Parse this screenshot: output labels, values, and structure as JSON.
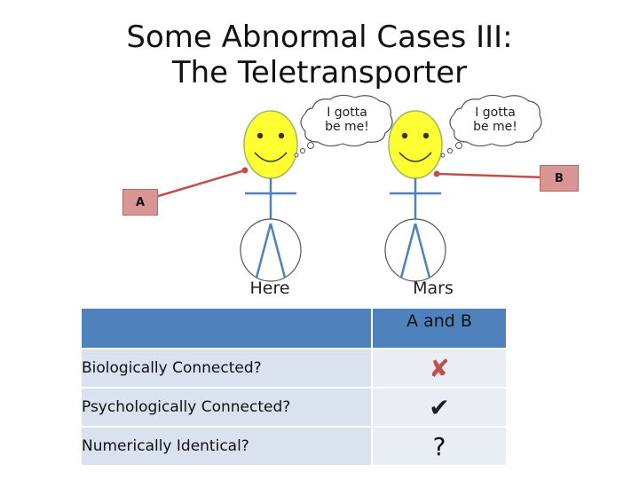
{
  "title_line1": "Some Abnormal Cases III:",
  "title_line2": "The Teletransporter",
  "figures": {
    "left_thought": "I gotta\nbe me!",
    "right_thought": "I gotta\nbe me!",
    "left_caption": "Here",
    "right_caption": "Mars"
  },
  "labels": {
    "a": "A",
    "b": "B"
  },
  "table": {
    "header": [
      "",
      "A and B"
    ],
    "rows": [
      {
        "label": "Biologically Connected?",
        "value": "✘",
        "value_kind": "cross"
      },
      {
        "label": "Psychologically Connected?",
        "value": "✔",
        "value_kind": "check"
      },
      {
        "label": "Numerically Identical?",
        "value": "?",
        "value_kind": "question"
      }
    ]
  },
  "colors": {
    "face": "#ffff33",
    "stick_body": "#4f81bd",
    "link_line": "#c0504d",
    "label_box": "#d99594",
    "table_header": "#4f81bd",
    "table_row": "#dbe2ef"
  }
}
